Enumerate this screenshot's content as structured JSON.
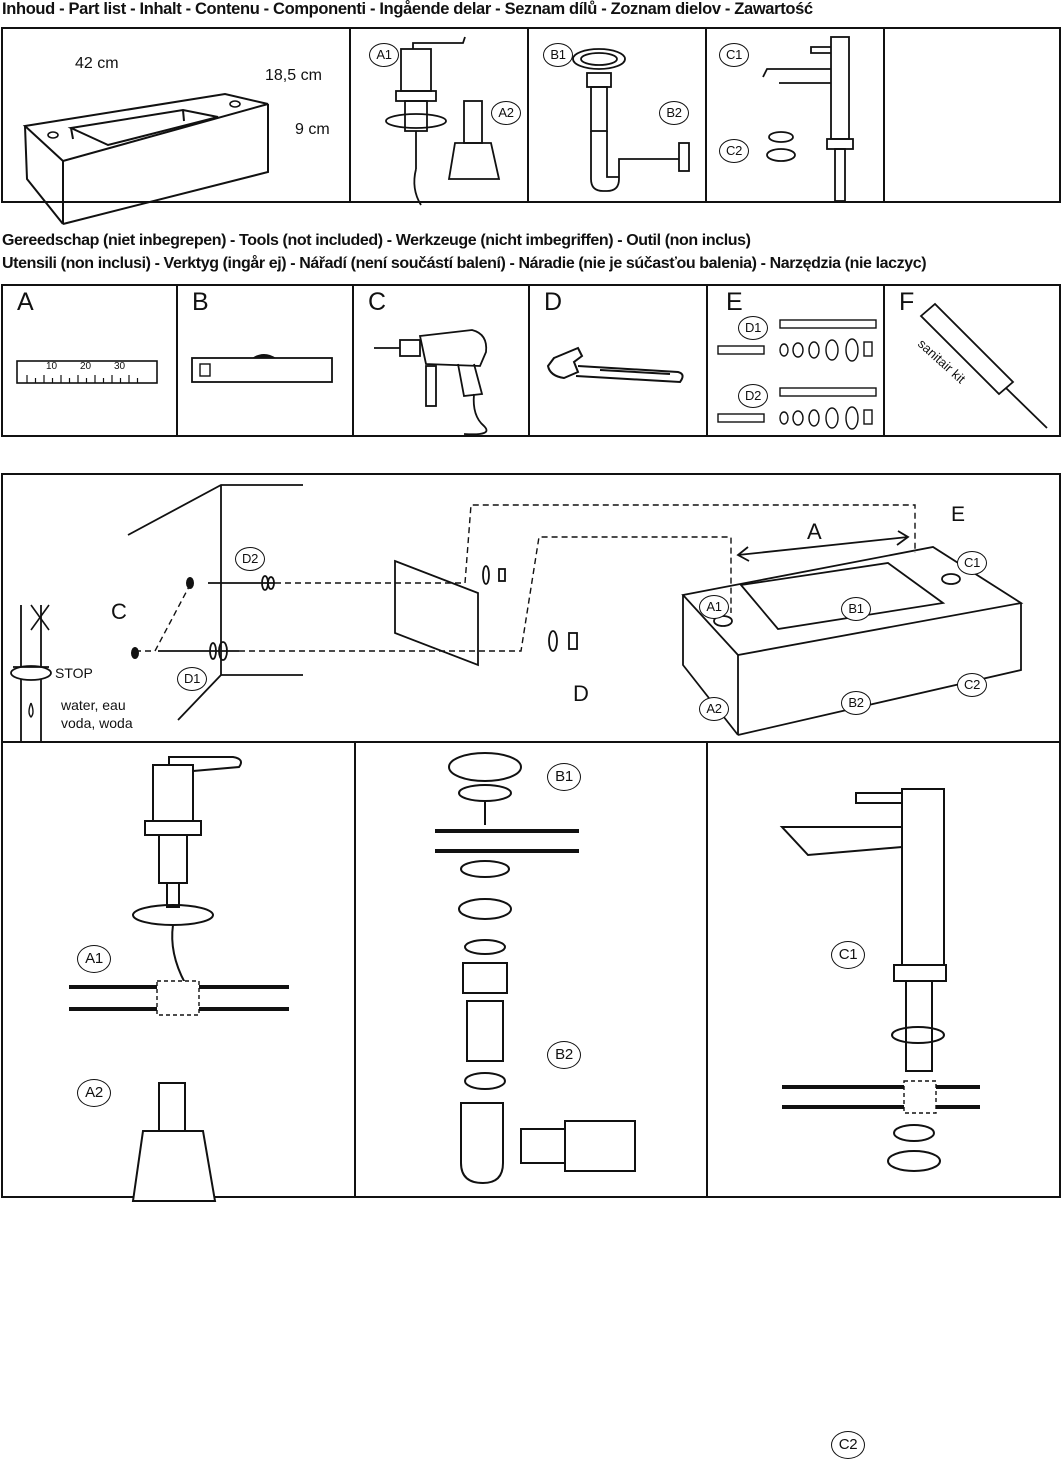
{
  "headers": {
    "parts": "Inhoud - Part list - Inhalt - Contenu - Componenti - Ingående delar - Seznam dílů - Zoznam dielov - Zawartość",
    "tools_line1": "Gereedschap (niet inbegrepen) - Tools (not included) -  Werkzeuge (nicht imbegriffen) - Outil (non inclus)",
    "tools_line2": "Utensili (non inclusi) - Verktyg (ingår ej) - Nářadí (není součástí balení) - Náradie (nie je súčasťou balenia) - Narzędzia (nie laczyc)"
  },
  "parts": {
    "dims": {
      "length": "42 cm",
      "depth": "18,5 cm",
      "height": "9 cm"
    },
    "labels": {
      "a1": "A1",
      "a2": "A2",
      "b1": "B1",
      "b2": "B2",
      "c1": "C1",
      "c2": "C2"
    }
  },
  "tools": {
    "letters": {
      "a": "A",
      "b": "B",
      "c": "C",
      "d": "D",
      "e": "E",
      "f": "F"
    },
    "ruler_ticks": [
      "10",
      "20",
      "30"
    ],
    "e_labels": {
      "d1": "D1",
      "d2": "D2"
    },
    "sealant_label": "sanitair kit"
  },
  "install": {
    "dimension_a": "A",
    "marker_e": "E",
    "marker_c": "C",
    "marker_d": "D",
    "stop_label": "STOP",
    "water_line1": "water, eau",
    "water_line2": "voda, woda",
    "labels": {
      "d1": "D1",
      "d2": "D2",
      "a1": "A1",
      "a2": "A2",
      "b1": "B1",
      "b2": "B2",
      "c1": "C1",
      "c2": "C2"
    }
  },
  "details": {
    "soap": {
      "a1": "A1",
      "a2": "A2"
    },
    "drain": {
      "b1": "B1",
      "b2": "B2"
    },
    "tap": {
      "c1": "C1",
      "c2": "C2"
    }
  }
}
